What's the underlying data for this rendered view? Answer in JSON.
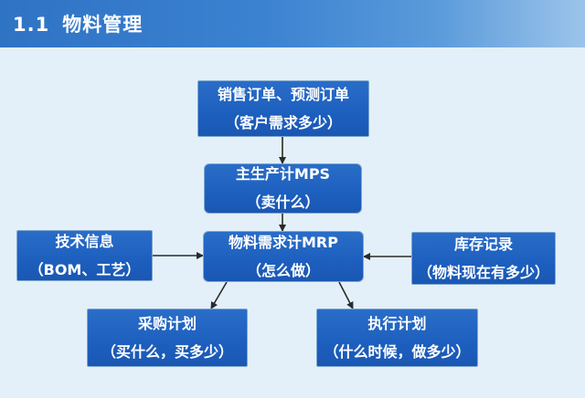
{
  "header": {
    "number": "1.1",
    "title": "物料管理"
  },
  "nodes": {
    "sales": {
      "line1": "销售订单、预测订单",
      "line2": "（客户需求多少）"
    },
    "mps": {
      "line1": "主生产计MPS",
      "line2": "（卖什么）"
    },
    "tech": {
      "line1": "技术信息",
      "line2": "（BOM、工艺）"
    },
    "mrp": {
      "line1": "物料需求计MRP",
      "line2": "（怎么做）"
    },
    "inventory": {
      "line1": "库存记录",
      "line2": "（物料现在有多少）"
    },
    "purchase": {
      "line1": "采购计划",
      "line2": "（买什么，买多少）"
    },
    "execute": {
      "line1": "执行计划",
      "line2": "（什么时候，做多少）"
    }
  },
  "colors": {
    "box_fill": "#1d5fbe",
    "box_border": "#7fa7cf",
    "background": "#e3f0f9",
    "title_bar": "#3b82d1",
    "arrow": "#2a2a2a"
  }
}
